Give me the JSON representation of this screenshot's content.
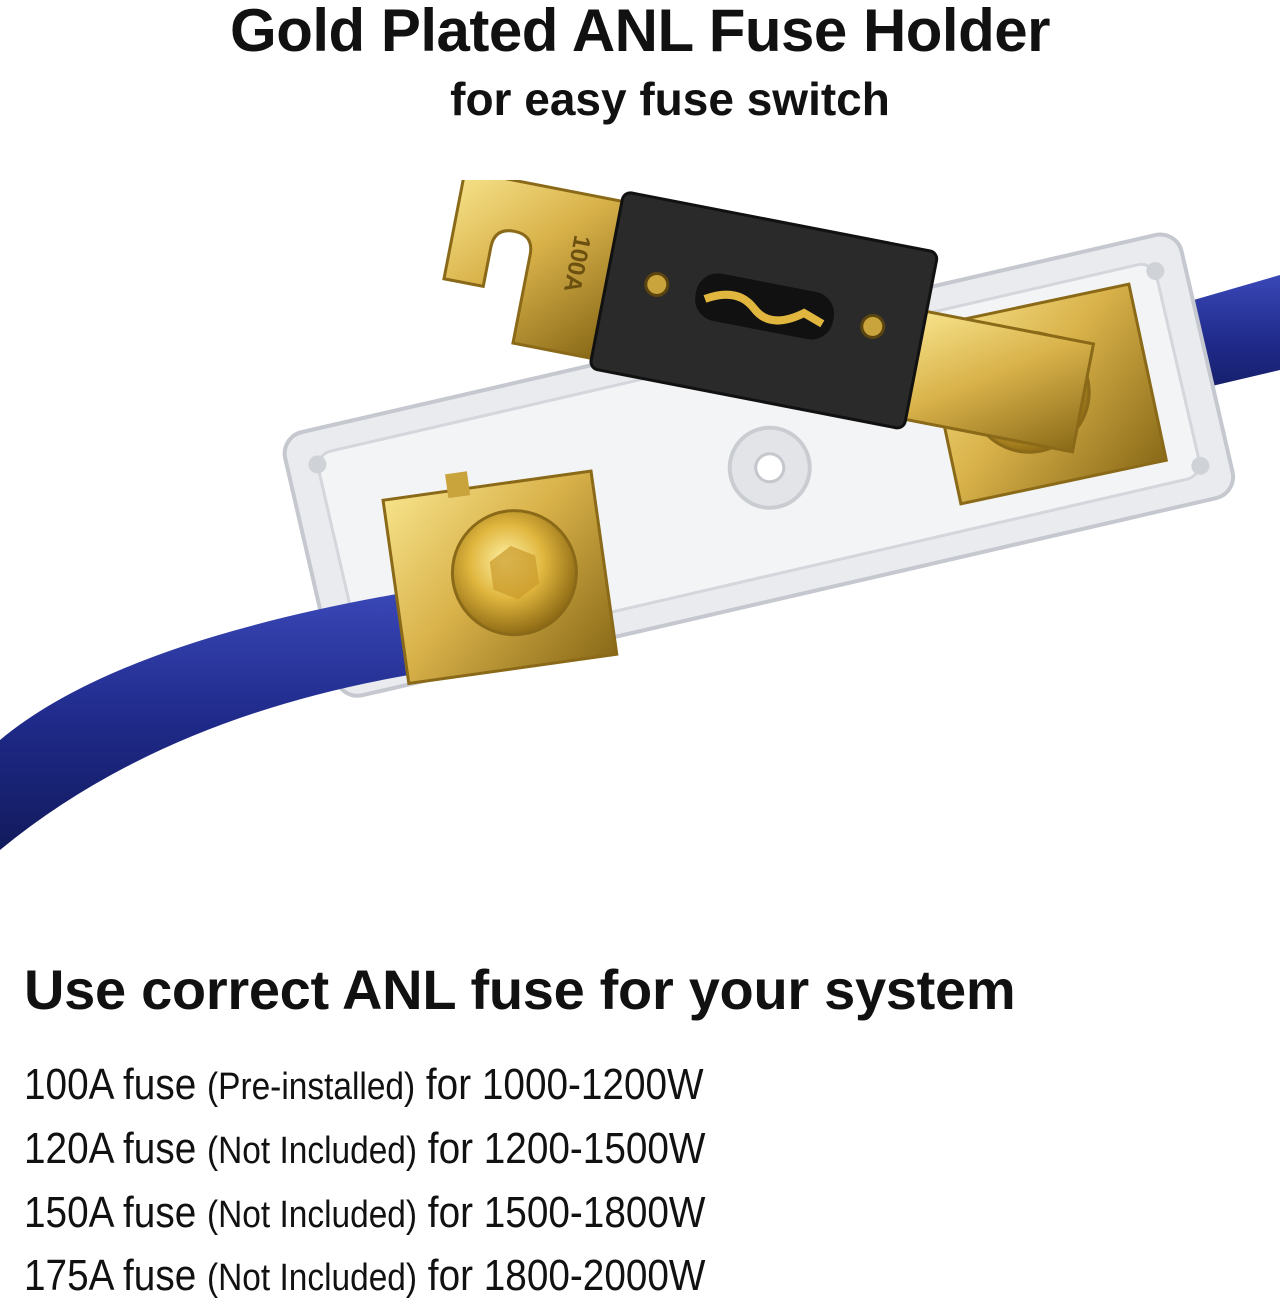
{
  "header": {
    "title": "Gold Plated ANL Fuse Holder",
    "subtitle": "for easy fuse switch"
  },
  "photo": {
    "fuse_marking": "100A",
    "colors": {
      "cable": "#1f2a8a",
      "gold": "#d9b24a",
      "fuse_body": "#2a2a2a",
      "base": "#e6e8ea"
    }
  },
  "info": {
    "heading": "Use correct ANL fuse for your system",
    "rows": [
      {
        "fuse": "100A fuse",
        "note": "(Pre-installed)",
        "range": "for 1000-1200W"
      },
      {
        "fuse": "120A fuse",
        "note": "(Not Included)",
        "range": "for 1200-1500W"
      },
      {
        "fuse": "150A fuse",
        "note": "(Not Included)",
        "range": "for 1500-1800W"
      },
      {
        "fuse": "175A fuse",
        "note": "(Not Included)",
        "range": "for 1800-2000W"
      }
    ]
  }
}
